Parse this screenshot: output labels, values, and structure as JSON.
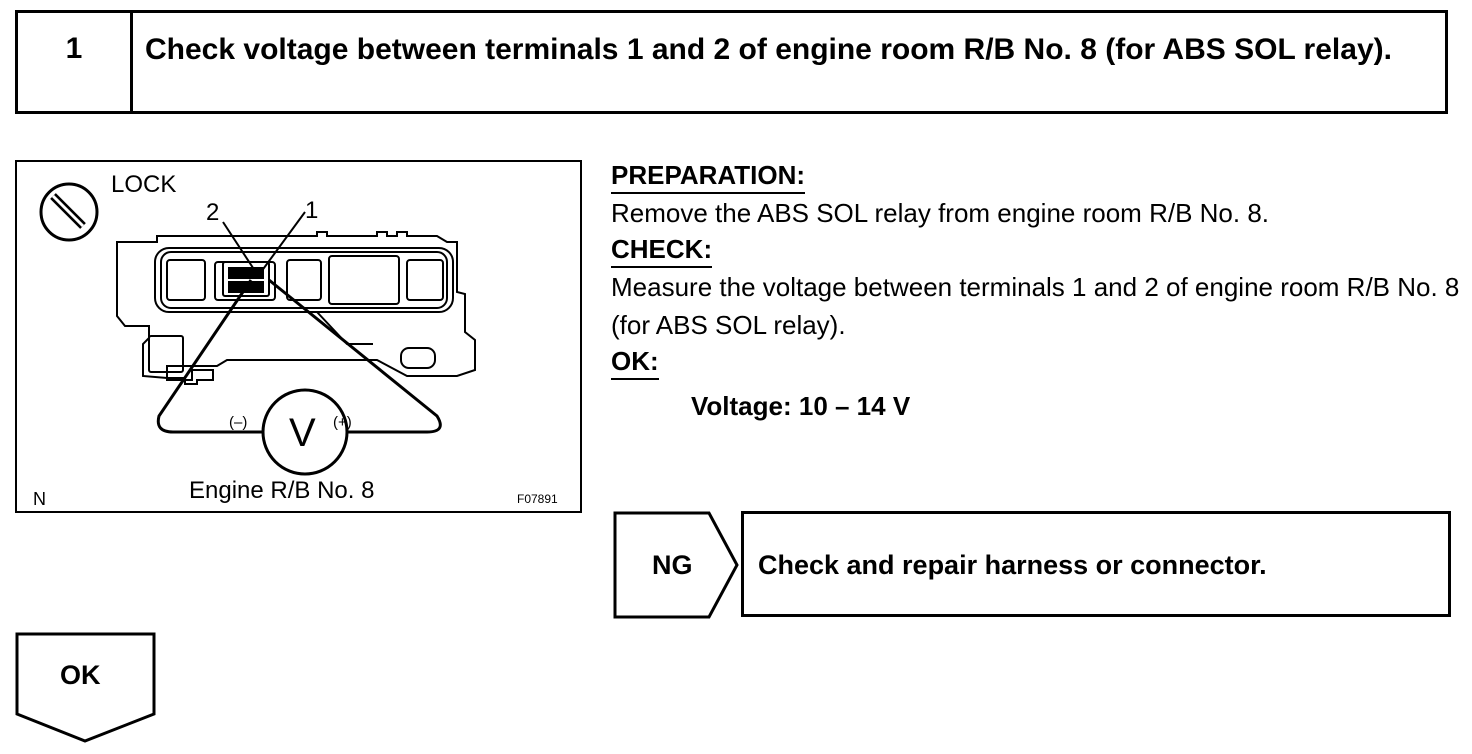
{
  "step": {
    "number": "1",
    "title": "Check voltage between terminals 1 and 2 of engine room R/B No. 8 (for ABS SOL relay)."
  },
  "figure": {
    "lock_label": "LOCK",
    "terminal_2": "2",
    "terminal_1": "1",
    "meter_symbol": "V",
    "minus_label": "(–)",
    "plus_label": "(+)",
    "caption": "Engine R/B No. 8",
    "corner_mark": "N",
    "figure_code": "F07891",
    "lock_icon": "ignition-lock-icon"
  },
  "procedure": {
    "preparation_heading": "PREPARATION:",
    "preparation_text": "Remove the ABS SOL relay from engine room R/B No. 8.",
    "check_heading": "CHECK:",
    "check_text": "Measure the voltage between terminals 1 and 2 of engine room R/B No. 8 (for ABS SOL relay).",
    "ok_heading": "OK:",
    "ok_spec": "Voltage: 10 – 14 V"
  },
  "results": {
    "ng_label": "NG",
    "ng_action": "Check and repair harness or connector.",
    "ok_label": "OK"
  }
}
